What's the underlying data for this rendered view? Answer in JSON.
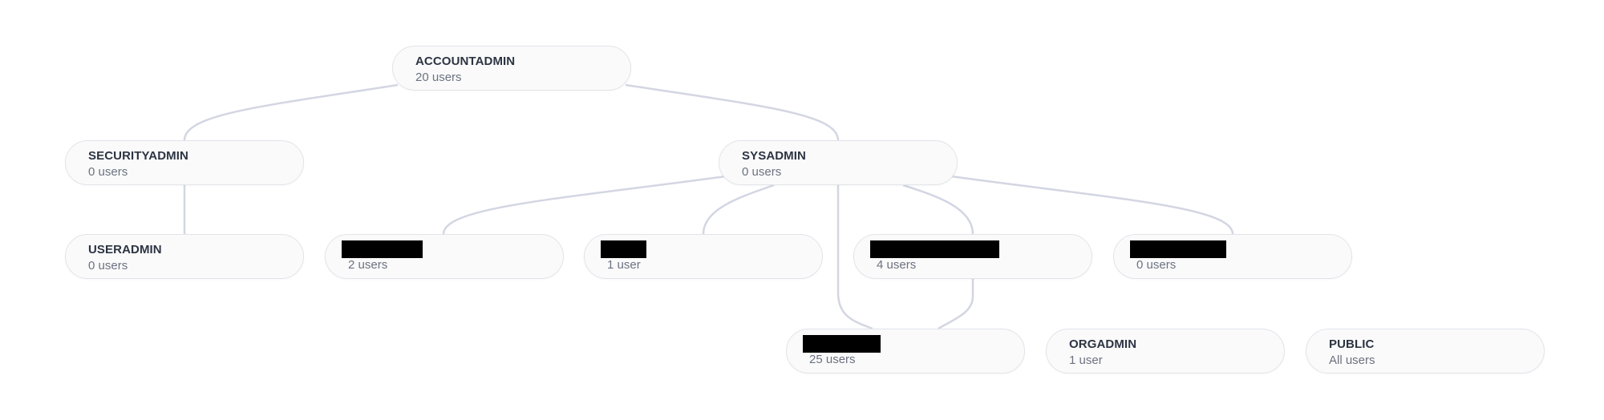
{
  "roles": {
    "accountadmin": {
      "name": "ACCOUNTADMIN",
      "users": "20 users"
    },
    "securityadmin": {
      "name": "SECURITYADMIN",
      "users": "0 users"
    },
    "sysadmin": {
      "name": "SYSADMIN",
      "users": "0 users"
    },
    "useradmin": {
      "name": "USERADMIN",
      "users": "0 users"
    },
    "redacted_role_1": {
      "users": "2 users"
    },
    "redacted_role_2": {
      "users": "1 user"
    },
    "redacted_role_3": {
      "users": "4 users"
    },
    "redacted_role_4": {
      "users": "0 users"
    },
    "redacted_role_5": {
      "users": "25 users"
    },
    "orgadmin": {
      "name": "ORGADMIN",
      "users": "1 user"
    },
    "public": {
      "name": "PUBLIC",
      "users": "All users"
    }
  },
  "edges": [
    [
      "accountadmin",
      "securityadmin"
    ],
    [
      "accountadmin",
      "sysadmin"
    ],
    [
      "securityadmin",
      "useradmin"
    ],
    [
      "sysadmin",
      "redacted_role_1"
    ],
    [
      "sysadmin",
      "redacted_role_2"
    ],
    [
      "sysadmin",
      "redacted_role_3"
    ],
    [
      "sysadmin",
      "redacted_role_4"
    ],
    [
      "sysadmin",
      "redacted_role_5"
    ],
    [
      "redacted_role_3",
      "redacted_role_5"
    ]
  ],
  "colors": {
    "node_bg": "#fafafa",
    "node_border": "#e2e4ea",
    "edge": "#d3d6e2",
    "role_name": "#2c3442",
    "user_count": "#6b7280",
    "redaction": "#000000"
  }
}
